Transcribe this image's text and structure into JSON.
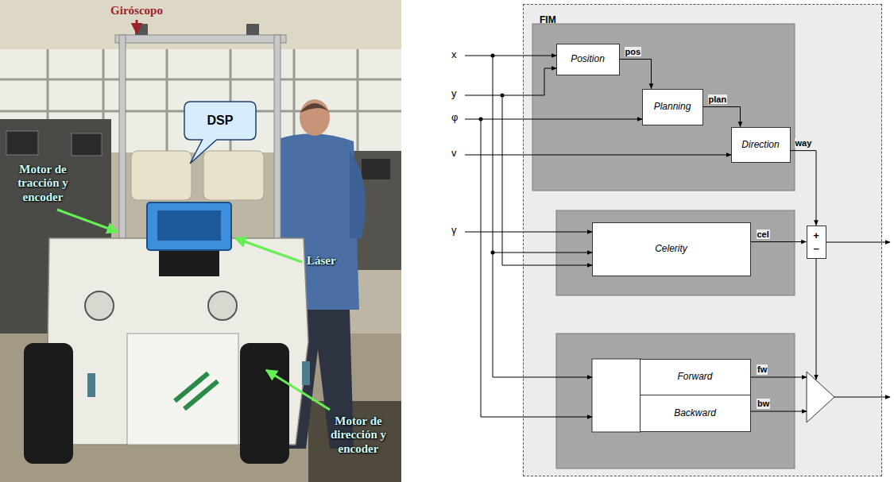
{
  "diagram": {
    "nodes": [
      {
        "text": [
          "DSP"
        ]
      },
      {
        "text": [
          "FIM"
        ]
      },
      {
        "text": [
          "Position"
        ],
        "in": 1
      },
      {
        "text": [
          "Planning"
        ],
        "in": 1
      },
      {
        "text": [
          "Direction"
        ],
        "in": 1
      },
      {
        "text": [
          "Celerity"
        ],
        "in": 1
      },
      {
        "text": [
          "Forward"
        ],
        "in": 1
      },
      {
        "text": [
          "Backward"
        ],
        "in": 1
      },
      {
        "text": [
          "+",
          "–"
        ],
        "in": 1
      }
    ],
    "edges": [
      {
        "from": 2,
        "to": 3,
        "label": "pos",
        "arrow": "to"
      },
      {
        "from": 3,
        "to": 4,
        "label": "plan",
        "arrow": "to"
      },
      {
        "from": 4,
        "to": 8,
        "label": "way",
        "arrow": "to"
      },
      {
        "from": 5,
        "to": 8,
        "label": "cel",
        "arrow": "to"
      }
    ],
    "labels": [
      "Giróscopo",
      "Motor de tracción y encoder",
      "Láser",
      "Motor de dirección y encoder",
      "x",
      "y",
      "φ",
      "v",
      "γ",
      "fw",
      "bw"
    ]
  }
}
